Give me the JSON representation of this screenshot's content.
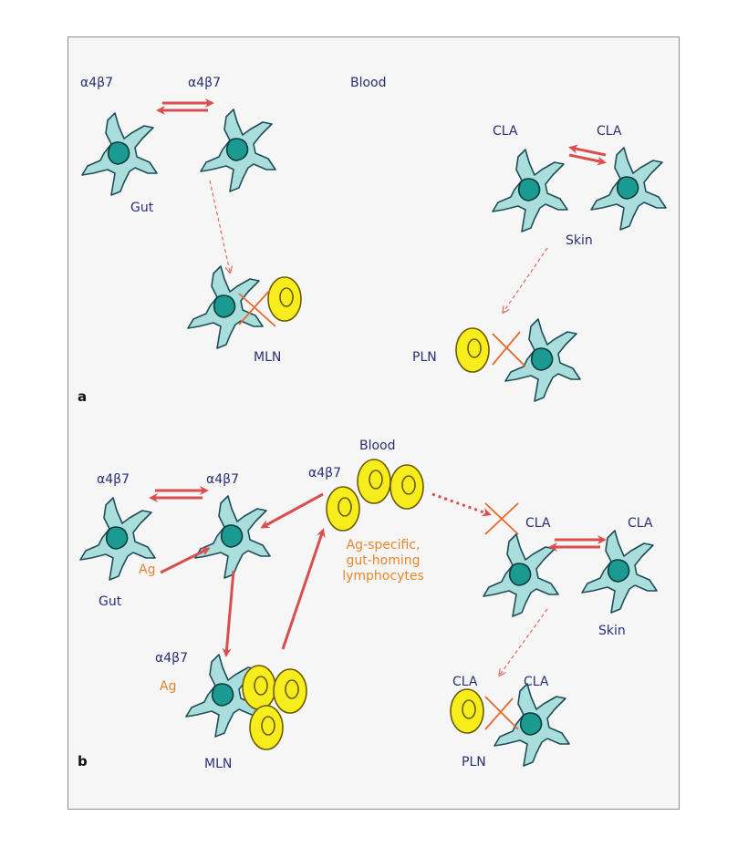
{
  "panels": {
    "a": {
      "label": "a",
      "alpha_left": "α4β7",
      "alpha_right": "α4β7",
      "blood": "Blood",
      "gut": "Gut",
      "cla_left": "CLA",
      "cla_right": "CLA",
      "skin": "Skin",
      "mln": "MLN",
      "pln": "PLN"
    },
    "b": {
      "label": "b",
      "alpha_left": "α4β7",
      "alpha_right": "α4β7",
      "alpha_lymph": "α4β7",
      "blood": "Blood",
      "gut": "Gut",
      "ag_gut": "Ag",
      "alpha_mln": "α4β7",
      "ag_mln": "Ag",
      "mln": "MLN",
      "lymph_line1": "Ag-specific,",
      "lymph_line2": "gut-homing",
      "lymph_line3": "lymphocytes",
      "cla_top": "CLA",
      "cla_right": "CLA",
      "skin": "Skin",
      "cla_pln_left": "CLA",
      "cla_pln_right": "CLA",
      "pln": "PLN"
    }
  },
  "colors": {
    "dendritic_cell": "#a9dedd",
    "nucleus": "#1b9a92",
    "lymphocyte": "#f8ed1c",
    "arrow": "#d94f4f",
    "label_text": "#2a2f73",
    "ag_text": "#e8862e"
  }
}
